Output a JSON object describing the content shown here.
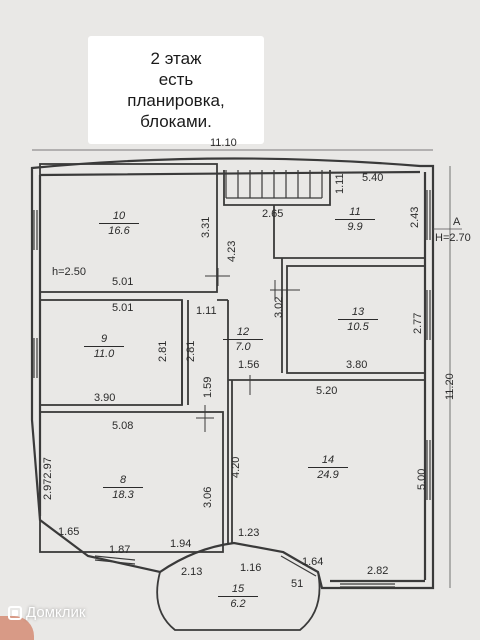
{
  "caption": {
    "line1": "2 этаж",
    "line2": "есть",
    "line3": "планировка,",
    "line4": "блоками."
  },
  "watermark": {
    "text": "Домклик",
    "icon": "home-square-icon"
  },
  "rooms": [
    {
      "number": "10",
      "area": "16.6"
    },
    {
      "number": "11",
      "area": "9.9"
    },
    {
      "number": "12",
      "area": "7.0"
    },
    {
      "number": "13",
      "area": "10.5"
    },
    {
      "number": "9",
      "area": "11.0"
    },
    {
      "number": "8",
      "area": "18.3"
    },
    {
      "number": "14",
      "area": "24.9"
    },
    {
      "number": "15",
      "area": "6.2"
    }
  ],
  "dimensions": {
    "overall_width": "11.10",
    "overall_height": "11.20",
    "section_mark": "A",
    "level": "H=2.70",
    "ceiling": "h=2.50",
    "d_331": "3.31",
    "d_423": "4.23",
    "d_501_top": "5.01",
    "d_501_mid": "5.01",
    "d_265": "2.65",
    "d_540": "5.40",
    "d_111_stair": "1.11",
    "d_243": "2.43",
    "d_302": "3.02",
    "d_277": "2.77",
    "d_380": "3.80",
    "d_111_hall": "1.11",
    "d_281_a": "2.81",
    "d_281_b": "2.81",
    "d_390": "3.90",
    "d_156": "1.56",
    "d_159": "1.59",
    "d_520": "5.20",
    "d_508": "5.08",
    "d_420": "4.20",
    "d_500": "5.00",
    "d_29797": "2.972.97",
    "d_306": "3.06",
    "d_165": "1.65",
    "d_187": "1.87",
    "d_194": "1.94",
    "d_123": "1.23",
    "d_164": "1.64",
    "d_51": "51",
    "d_282": "2.82",
    "d_213": "2.13",
    "d_116": "1.16"
  }
}
